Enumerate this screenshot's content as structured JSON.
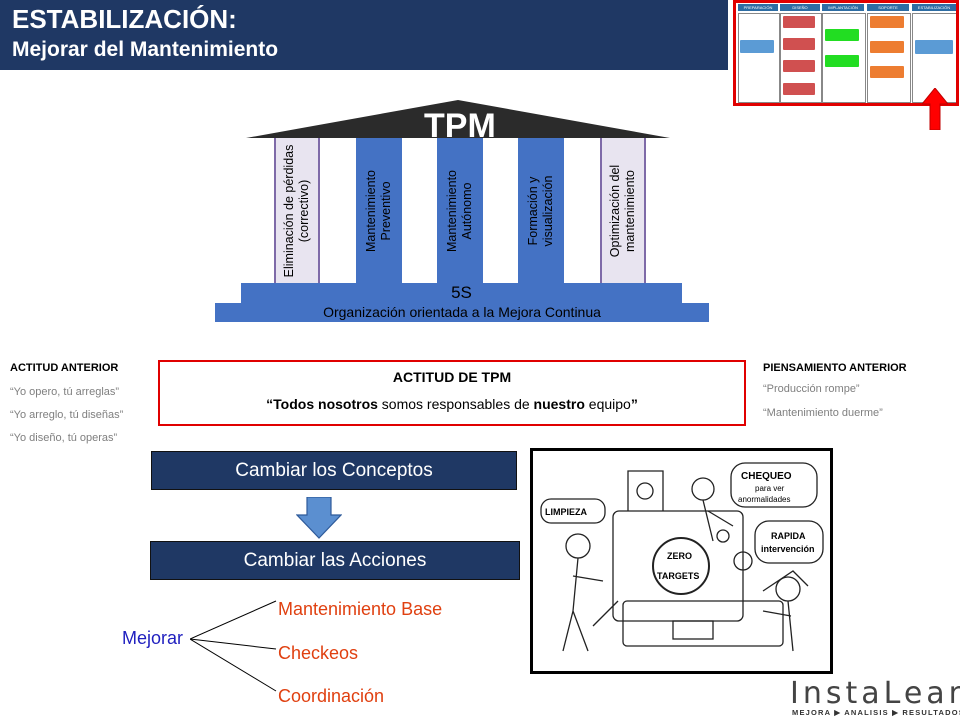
{
  "header": {
    "title": "ESTABILIZACIÓN:",
    "subtitle": "Mejorar del Mantenimiento"
  },
  "roadmap": {
    "phases": [
      "PREPARACIÓN",
      "DISEÑO",
      "IMPLANTACIÓN",
      "SOPORTE",
      "ESTABILIZACIÓN"
    ],
    "colors": {
      "header": "#2e6da4",
      "highlight": "#e00000"
    }
  },
  "temple": {
    "roof": "TPM",
    "pillars": [
      "Eliminación de pérdidas (correctivo)",
      "Mantenimiento Preventivo",
      "Mantenimiento Autónomo",
      "Formación y visualización",
      "Optimización del mantenimiento"
    ],
    "base_upper": "5S",
    "base_lower": "Organización orientada a la Mejora Continua"
  },
  "actitud_anterior": {
    "title": "ACTITUD ANTERIOR",
    "items": [
      "“Yo opero, tú arreglas”",
      "“Yo arreglo, tú diseñas”",
      "“Yo diseño, tú operas”"
    ]
  },
  "actitud_tpm": {
    "title": "ACTITUD DE TPM",
    "quote_open": "“",
    "bold1": "Todos nosotros",
    "mid": " somos responsables de ",
    "bold2": "nuestro",
    "end": " equipo",
    "quote_close": "”"
  },
  "pensamiento_anterior": {
    "title": "PIENSAMIENTO ANTERIOR",
    "items": [
      "“Producción rompe”",
      "“Mantenimiento duerme”"
    ]
  },
  "flow": {
    "step1": "Cambiar los Conceptos",
    "step2": "Cambiar  las Acciones"
  },
  "mejorar": {
    "label": "Mejorar",
    "branches": [
      "Mantenimiento Base",
      "Checkeos",
      "Coordinación"
    ]
  },
  "cartoon": {
    "bubbles": [
      "LIMPIEZA",
      "CHEQUEO",
      "para ver",
      "anormalidades",
      "RAPIDA",
      "intervención"
    ],
    "machine_text": [
      "ZERO",
      "TARGETS"
    ]
  },
  "logo": {
    "name": "InstaLean",
    "tagline": "MEJORA ▶ ANALISIS ▶ RESULTADOS"
  }
}
